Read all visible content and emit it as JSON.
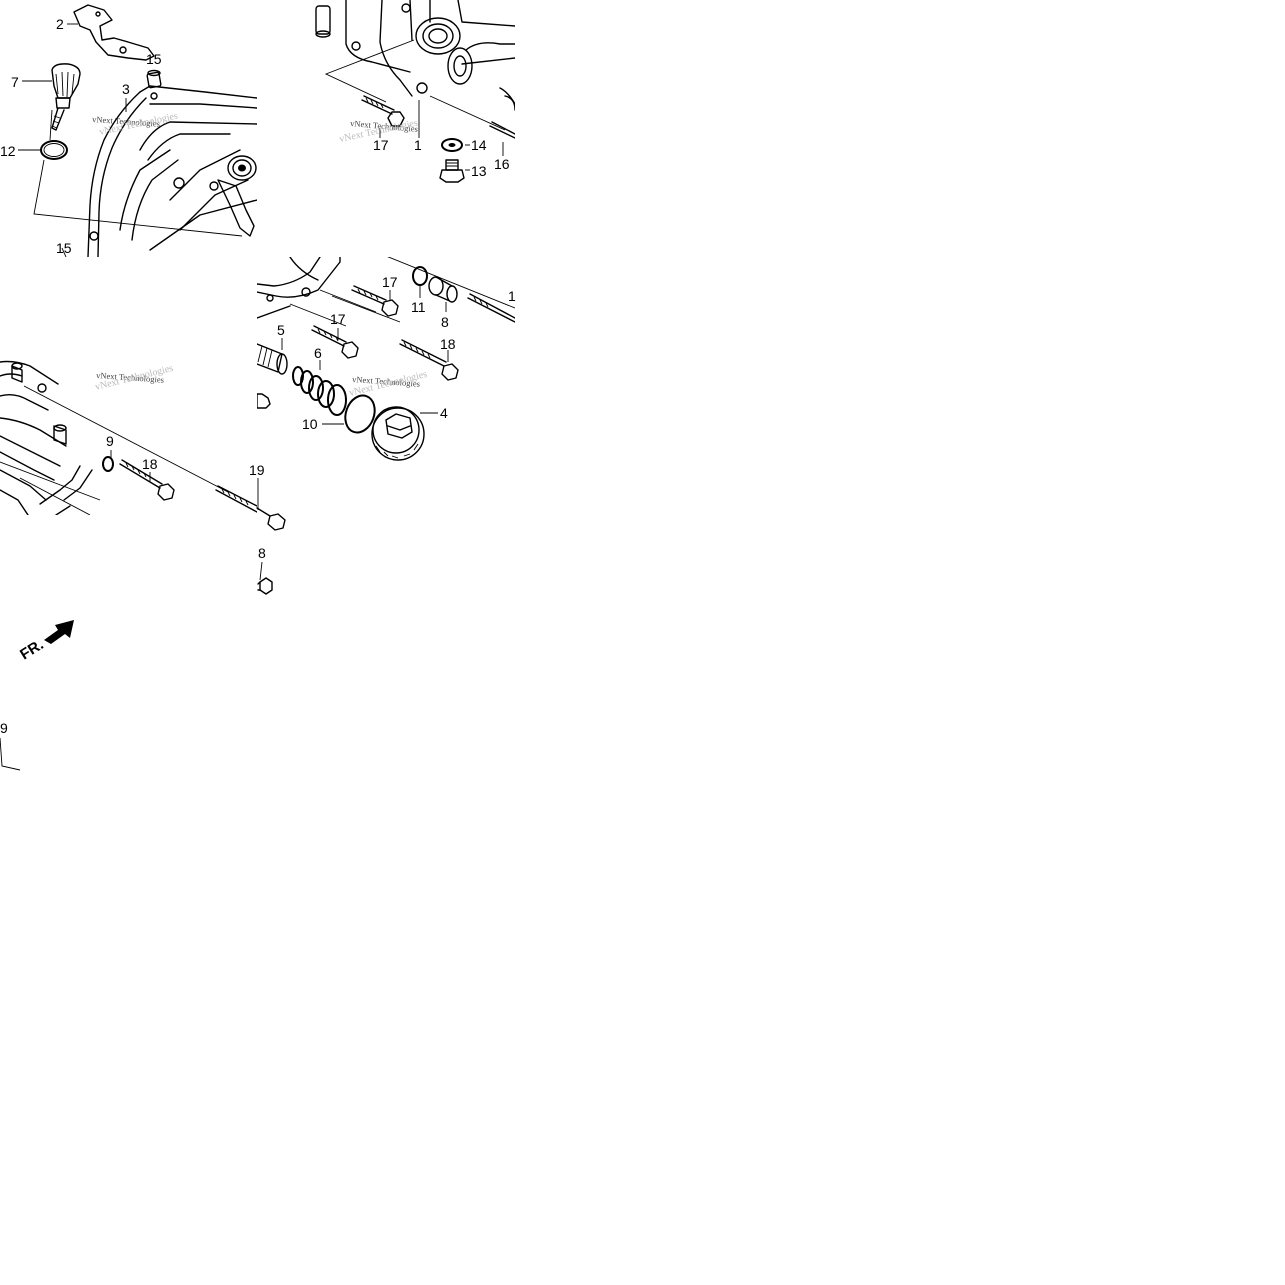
{
  "watermark": {
    "text": "vNext Technologies"
  },
  "direction_marker": {
    "text": "FR."
  },
  "callouts": [
    {
      "id": "c2a",
      "text": "2"
    },
    {
      "id": "c15a",
      "text": "15"
    },
    {
      "id": "c7",
      "text": "7"
    },
    {
      "id": "c3",
      "text": "3"
    },
    {
      "id": "c12",
      "text": "12"
    },
    {
      "id": "c15b",
      "text": "15"
    },
    {
      "id": "c17a",
      "text": "17"
    },
    {
      "id": "c1",
      "text": "1"
    },
    {
      "id": "c14",
      "text": "14"
    },
    {
      "id": "c13",
      "text": "13"
    },
    {
      "id": "c16",
      "text": "16"
    },
    {
      "id": "c17b",
      "text": "17"
    },
    {
      "id": "c11",
      "text": "11"
    },
    {
      "id": "c8a",
      "text": "8"
    },
    {
      "id": "c1x",
      "text": "1"
    },
    {
      "id": "c5",
      "text": "5"
    },
    {
      "id": "c17c",
      "text": "17"
    },
    {
      "id": "c6",
      "text": "6"
    },
    {
      "id": "c18a",
      "text": "18"
    },
    {
      "id": "c4",
      "text": "4"
    },
    {
      "id": "c10",
      "text": "10"
    },
    {
      "id": "c9a",
      "text": "9"
    },
    {
      "id": "c18b",
      "text": "18"
    },
    {
      "id": "c19",
      "text": "19"
    },
    {
      "id": "c8b",
      "text": "8"
    },
    {
      "id": "c9b",
      "text": "9"
    }
  ]
}
